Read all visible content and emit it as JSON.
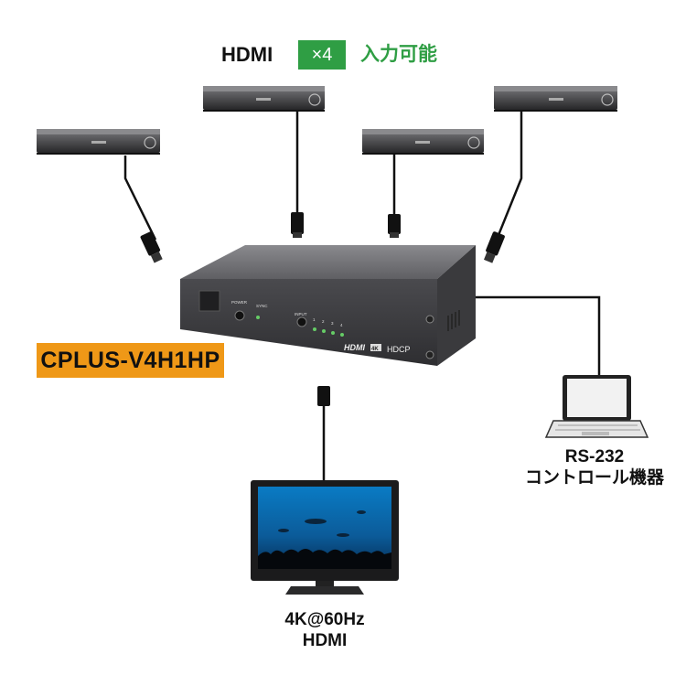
{
  "header": {
    "hdmi": "HDMI",
    "multiplier": "×4",
    "input_capable": "入力可能"
  },
  "model_label": "CPLUS-V4H1HP",
  "device_panel": {
    "power": "POWER",
    "sync": "SYNC",
    "input": "INPUT",
    "ports": [
      "1",
      "2",
      "3",
      "4"
    ],
    "logos": [
      "HDMI",
      "4K",
      "HDCP"
    ]
  },
  "rs232": {
    "line1": "RS-232",
    "line2": "コントロール機器"
  },
  "output": {
    "line1": "4K@60Hz",
    "line2": "HDMI"
  },
  "colors": {
    "badge_green": "#2f9e44",
    "model_orange": "#ef9817"
  }
}
